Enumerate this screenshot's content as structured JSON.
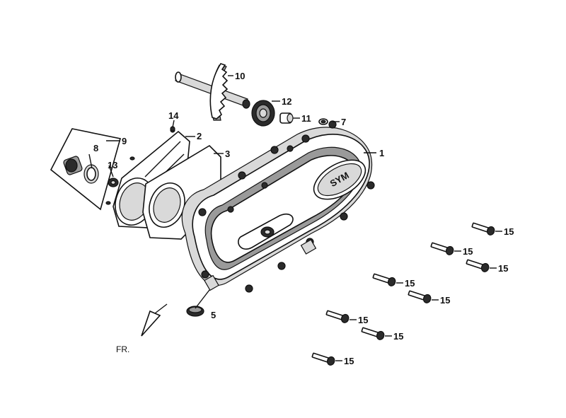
{
  "diagram": {
    "brand_logo_text": "SYM",
    "direction_label": "FR.",
    "callouts": [
      {
        "id": "1",
        "text": "1"
      },
      {
        "id": "2",
        "text": "2"
      },
      {
        "id": "3",
        "text": "3"
      },
      {
        "id": "5",
        "text": "5"
      },
      {
        "id": "7",
        "text": "7"
      },
      {
        "id": "8",
        "text": "8"
      },
      {
        "id": "9",
        "text": "9"
      },
      {
        "id": "10",
        "text": "10"
      },
      {
        "id": "11",
        "text": "11"
      },
      {
        "id": "12",
        "text": "12"
      },
      {
        "id": "13",
        "text": "13"
      },
      {
        "id": "14",
        "text": "14"
      },
      {
        "id": "15a",
        "text": "15"
      },
      {
        "id": "15b",
        "text": "15"
      },
      {
        "id": "15c",
        "text": "15"
      },
      {
        "id": "15d",
        "text": "15"
      },
      {
        "id": "15e",
        "text": "15"
      },
      {
        "id": "15f",
        "text": "15"
      },
      {
        "id": "15g",
        "text": "15"
      },
      {
        "id": "15h",
        "text": "15"
      }
    ]
  }
}
